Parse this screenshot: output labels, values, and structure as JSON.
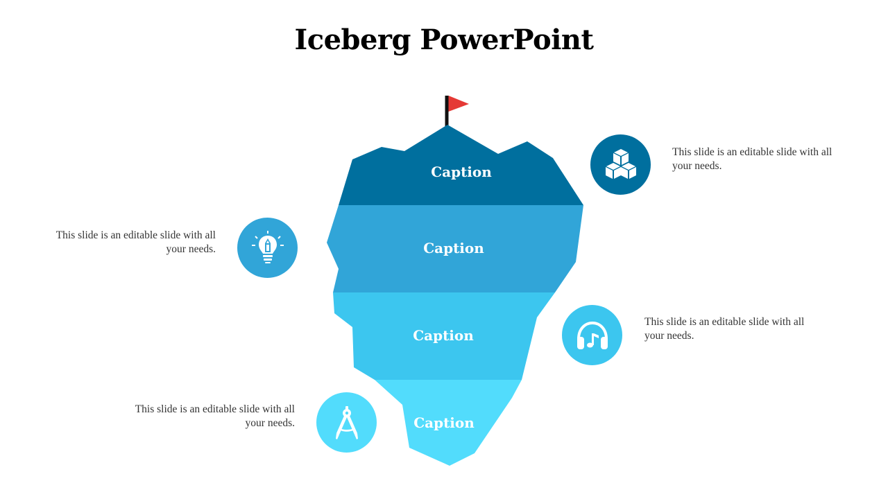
{
  "slide": {
    "title": "Iceberg PowerPoint"
  },
  "iceberg": {
    "flag_color": "#e53935",
    "layers": [
      {
        "caption": "Caption",
        "color": "#006f9e"
      },
      {
        "caption": "Caption",
        "color": "#31a5d8"
      },
      {
        "caption": "Caption",
        "color": "#3cc6ef"
      },
      {
        "caption": "Caption",
        "color": "#52dcfc"
      }
    ]
  },
  "points": [
    {
      "icon": "cubes-icon",
      "color": "#006f9e",
      "text": "This slide is an editable slide with all your needs."
    },
    {
      "icon": "lightbulb-pencil-icon",
      "color": "#31a5d8",
      "text": "This slide is an editable slide with all your needs."
    },
    {
      "icon": "headphones-music-icon",
      "color": "#3cc6ef",
      "text": "This slide is an editable slide with all your needs."
    },
    {
      "icon": "compass-icon",
      "color": "#52dcfc",
      "text": "This slide is an editable slide with all your needs."
    }
  ]
}
